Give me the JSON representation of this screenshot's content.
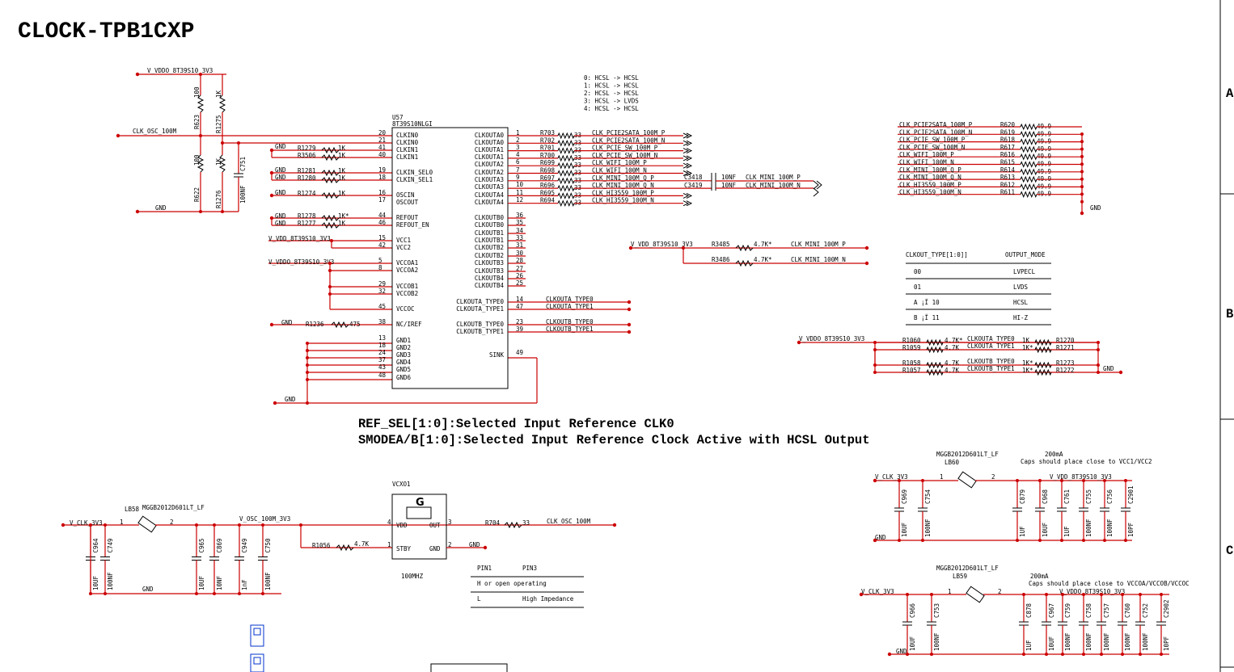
{
  "title": "CLOCK-TPB1CXP",
  "notes": {
    "ref_sel": "REF_SEL[1:0]:Selected Input Reference CLK0",
    "smode": "SMODEA/B[1:0]:Selected Input Reference Clock Active with HCSL Output",
    "mode_list": [
      "0: HCSL -> HCSL",
      "1: HCSL -> HCSL",
      "2: HCSL -> HCSL",
      "3: HCSL -> LVDS",
      "4: HCSL -> HCSL"
    ],
    "current1": "200mA",
    "caps1": "Caps should place close to VCC1/VCC2",
    "current2": "200mA",
    "caps2": "Caps should place close to VCCOA/VCCOB/VCCOC",
    "osc_freq": "100MHZ"
  },
  "chip": {
    "ref": "U57",
    "part": "8T39S10NLGI",
    "left_pins": [
      {
        "num": "20",
        "name": "CLKIN0"
      },
      {
        "num": "21",
        "name": "CLKIN0"
      },
      {
        "num": "41",
        "name": "CLKIN1"
      },
      {
        "num": "40",
        "name": "CLKIN1"
      },
      {
        "num": "19",
        "name": "CLKIN_SEL0"
      },
      {
        "num": "18",
        "name": "CLKIN_SEL1"
      },
      {
        "num": "16",
        "name": "OSCIN"
      },
      {
        "num": "17",
        "name": "OSCOUT"
      },
      {
        "num": "44",
        "name": "REFOUT"
      },
      {
        "num": "46",
        "name": "REFOUT_EN"
      },
      {
        "num": "15",
        "name": "VCC1"
      },
      {
        "num": "42",
        "name": "VCC2"
      },
      {
        "num": "5",
        "name": "VCCOA1"
      },
      {
        "num": "8",
        "name": "VCCOA2"
      },
      {
        "num": "29",
        "name": "VCCOB1"
      },
      {
        "num": "32",
        "name": "VCCOB2"
      },
      {
        "num": "45",
        "name": "VCCOC"
      },
      {
        "num": "38",
        "name": "NC/IREF"
      },
      {
        "num": "13",
        "name": "GND1"
      },
      {
        "num": "18",
        "name": "GND2"
      },
      {
        "num": "24",
        "name": "GND3"
      },
      {
        "num": "37",
        "name": "GND4"
      },
      {
        "num": "43",
        "name": "GND5"
      },
      {
        "num": "48",
        "name": "GND6"
      }
    ],
    "right_pins": [
      {
        "num": "1",
        "name": "CLKOUTA0"
      },
      {
        "num": "2",
        "name": "CLKOUTA0"
      },
      {
        "num": "3",
        "name": "CLKOUTA1"
      },
      {
        "num": "4",
        "name": "CLKOUTA1"
      },
      {
        "num": "6",
        "name": "CLKOUTA2"
      },
      {
        "num": "7",
        "name": "CLKOUTA2"
      },
      {
        "num": "9",
        "name": "CLKOUTA3"
      },
      {
        "num": "10",
        "name": "CLKOUTA3"
      },
      {
        "num": "11",
        "name": "CLKOUTA4"
      },
      {
        "num": "12",
        "name": "CLKOUTA4"
      },
      {
        "num": "36",
        "name": "CLKOUTB0"
      },
      {
        "num": "35",
        "name": "CLKOUTB0"
      },
      {
        "num": "34",
        "name": "CLKOUTB1"
      },
      {
        "num": "33",
        "name": "CLKOUTB1"
      },
      {
        "num": "31",
        "name": "CLKOUTB2"
      },
      {
        "num": "30",
        "name": "CLKOUTB2"
      },
      {
        "num": "28",
        "name": "CLKOUTB3"
      },
      {
        "num": "27",
        "name": "CLKOUTB3"
      },
      {
        "num": "26",
        "name": "CLKOUTB4"
      },
      {
        "num": "25",
        "name": "CLKOUTB4"
      },
      {
        "num": "14",
        "name": "CLKOUTA_TYPE0"
      },
      {
        "num": "47",
        "name": "CLKOUTA_TYPE1"
      },
      {
        "num": "23",
        "name": "CLKOUTB_TYPE0"
      },
      {
        "num": "39",
        "name": "CLKOUTB_TYPE1"
      },
      {
        "num": "49",
        "name": "SINK"
      }
    ]
  },
  "outputs": [
    {
      "res": "R703",
      "val": "33",
      "net": "CLK_PCIE2SATA_100M_P"
    },
    {
      "res": "R702",
      "val": "33",
      "net": "CLK_PCIE2SATA_100M_N"
    },
    {
      "res": "R701",
      "val": "33",
      "net": "CLK_PCIE_SW_100M_P"
    },
    {
      "res": "R700",
      "val": "33",
      "net": "CLK_PCIE_SW_100M_N"
    },
    {
      "res": "R699",
      "val": "33",
      "net": "CLK_WIFI_100M_P"
    },
    {
      "res": "R698",
      "val": "33",
      "net": "CLK_WIFI_100M_N"
    },
    {
      "res": "R697",
      "val": "33",
      "net": "CLK_MINI_100M_Q_P"
    },
    {
      "res": "R696",
      "val": "33",
      "net": "CLK_MINI_100M_Q_N"
    },
    {
      "res": "R695",
      "val": "33",
      "net": "CLK_HI3559_100M_P"
    },
    {
      "res": "R694",
      "val": "33",
      "net": "CLK_HI3559_100M_N"
    }
  ],
  "mini_caps": [
    {
      "ref": "C3418",
      "val": "10NF",
      "net": "CLK_MINI_100M_P"
    },
    {
      "ref": "C3419",
      "val": "10NF",
      "net": "CLK_MINI_100M_N"
    }
  ],
  "terminations": [
    {
      "net": "CLK_PCIE2SATA_100M_P",
      "res": "R620",
      "val": "49.9"
    },
    {
      "net": "CLK_PCIE2SATA_100M_N",
      "res": "R619",
      "val": "49.9"
    },
    {
      "net": "CLK_PCIE_SW_100M_P",
      "res": "R618",
      "val": "49.9"
    },
    {
      "net": "CLK_PCIE_SW_100M_N",
      "res": "R617",
      "val": "49.9"
    },
    {
      "net": "CLK_WIFI_100M_P",
      "res": "R616",
      "val": "49.9"
    },
    {
      "net": "CLK_WIFI_100M_N",
      "res": "R615",
      "val": "49.9"
    },
    {
      "net": "CLK_MINI_100M_Q_P",
      "res": "R614",
      "val": "49.9"
    },
    {
      "net": "CLK_MINI_100M_Q_N",
      "res": "R613",
      "val": "49.9"
    },
    {
      "net": "CLK_HI3559_100M_P",
      "res": "R612",
      "val": "49.9"
    },
    {
      "net": "CLK_HI3559_100M_N",
      "res": "R611",
      "val": "49.9"
    }
  ],
  "pullups_mini": [
    {
      "res": "R3485",
      "val": "4.7K*",
      "net": "CLK_MINI_100M_P"
    },
    {
      "res": "R3486",
      "val": "4.7K*",
      "net": "CLK_MINI_100M_N"
    }
  ],
  "type_table": {
    "headers": [
      "CLKOUT_TYPE[1:0]]",
      "OUTPUT_MODE"
    ],
    "rows": [
      [
        "00",
        "LVPECL"
      ],
      [
        "01",
        "LVDS"
      ],
      [
        "A ¡Ï 10",
        "HCSL"
      ],
      [
        "B ¡Ï 11",
        "HI-Z"
      ]
    ]
  },
  "type_straps": [
    {
      "top": "R1060",
      "topval": "4.7K*",
      "net": "CLKOUTA_TYPE0",
      "botval": "1K",
      "bot": "R1270"
    },
    {
      "top": "R1059",
      "topval": "4.7K",
      "net": "CLKOUTA_TYPE1",
      "botval": "1K*",
      "bot": "R1271"
    },
    {
      "top": "R1058",
      "topval": "4.7K",
      "net": "CLKOUTB_TYPE0",
      "botval": "1K*",
      "bot": "R1273"
    },
    {
      "top": "R1057",
      "topval": "4.7K",
      "net": "CLKOUTB_TYPE1",
      "botval": "1K*",
      "bot": "R1272"
    }
  ],
  "nets": {
    "v_vddo": "V_VDDO_8T39S10_3V3",
    "v_vdd": "V_VDD_8T39S10_3V3",
    "clk_osc": "CLK_OSC_100M",
    "gnd": "GND",
    "v_clk": "V_CLK_3V3",
    "v_osc": "V_OSC_100M_3V3",
    "clkouta_type0": "CLKOUTA_TYPE0",
    "clkouta_type1": "CLKOUTA_TYPE1",
    "clkoutb_type0": "CLKOUTB_TYPE0",
    "clkoutb_type1": "CLKOUTB_TYPE1"
  },
  "input_parts": {
    "r623": "R623",
    "r623v": "100",
    "r1275": "R1275",
    "r1275v": "1K",
    "r622": "R622",
    "r622v": "100",
    "r1276": "R1276",
    "r1276v": "1K",
    "c751": "C751",
    "c751v": "100NF",
    "r1279": "R1279",
    "r1279v": "1K",
    "r3506": "R3506",
    "r3506v": "1K",
    "r1281": "R1281",
    "r1281v": "1K",
    "r1280": "R1280",
    "r1280v": "1K",
    "r1274": "R1274",
    "r1274v": "1K",
    "r1278": "R1278",
    "r1278v": "1K*",
    "r1277": "R1277",
    "r1277v": "1K",
    "r1236": "R1236",
    "r1236v": "475"
  },
  "osc": {
    "ref": "VCXO1",
    "g": "G",
    "vdd": "VDD",
    "out": "OUT",
    "stby": "STBY",
    "gndp": "GND",
    "p4": "4",
    "p3": "3",
    "p1": "1",
    "p2": "2",
    "r704": "R704",
    "r704v": "33",
    "r1056": "R1056",
    "r1056v": "4.7K",
    "lb58": "LB58",
    "lb58p": "MGGB2012D601LT_LF",
    "pin_table": {
      "h1": "PIN1",
      "h2": "PIN3",
      "r1": "H or open operating",
      "r2a": "L",
      "r2b": "High Impedance"
    }
  },
  "osc_caps": [
    {
      "ref": "C964",
      "val": "10UF"
    },
    {
      "ref": "C749",
      "val": "100NF"
    },
    {
      "ref": "C965",
      "val": "10UF"
    },
    {
      "ref": "C869",
      "val": "10NF"
    },
    {
      "ref": "C949",
      "val": "1nF"
    },
    {
      "ref": "C750",
      "val": "100NF"
    }
  ],
  "bank1": {
    "lb": "LB60",
    "lbp": "MGGB2012D601LT_LF",
    "caps": [
      {
        "ref": "C969",
        "val": "10UF"
      },
      {
        "ref": "C754",
        "val": "100NF"
      },
      {
        "ref": "C879",
        "val": "1UF"
      },
      {
        "ref": "C968",
        "val": "10UF"
      },
      {
        "ref": "C761",
        "val": "1UF"
      },
      {
        "ref": "C755",
        "val": "100NF"
      },
      {
        "ref": "C756",
        "val": "100NF"
      },
      {
        "ref": "C2901",
        "val": "10PF"
      }
    ]
  },
  "bank2": {
    "lb": "LB59",
    "lbp": "MGGB2012D601LT_LF",
    "caps": [
      {
        "ref": "C966",
        "val": "10UF"
      },
      {
        "ref": "C753",
        "val": "100NF"
      },
      {
        "ref": "C878",
        "val": "1UF"
      },
      {
        "ref": "C967",
        "val": "10UF"
      },
      {
        "ref": "C759",
        "val": "100NF"
      },
      {
        "ref": "C758",
        "val": "100NF"
      },
      {
        "ref": "C757",
        "val": "100NF"
      },
      {
        "ref": "C760",
        "val": "100NF"
      },
      {
        "ref": "C752",
        "val": "100NF"
      },
      {
        "ref": "C2902",
        "val": "10PF"
      }
    ]
  },
  "border": {
    "a": "A",
    "b": "B",
    "c": "C"
  }
}
